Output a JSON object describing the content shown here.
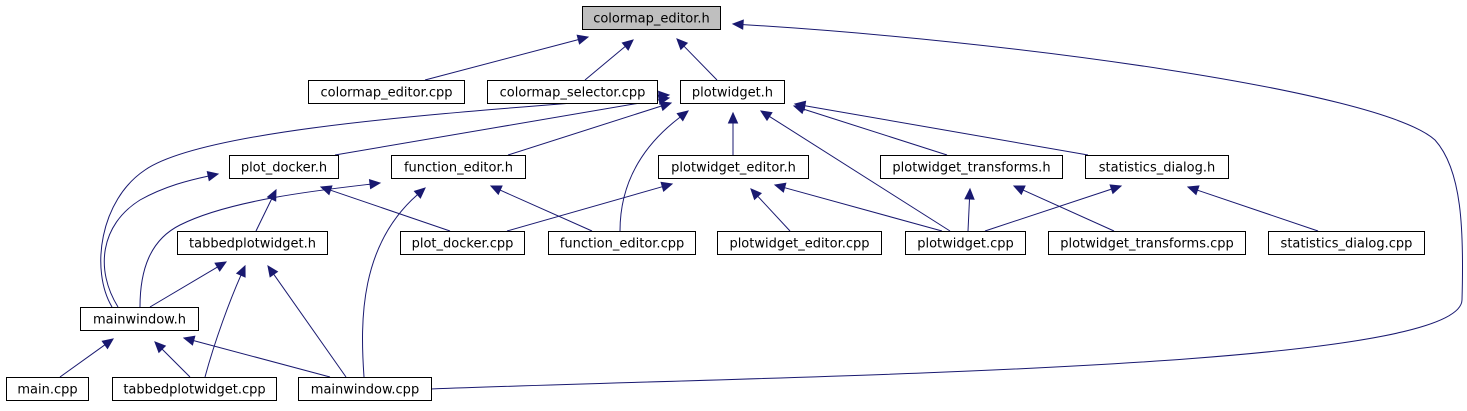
{
  "diagram": {
    "type": "include-dependency-graph",
    "nodes": [
      {
        "id": "colormap_editor_h",
        "label": "colormap_editor.h",
        "root": true
      },
      {
        "id": "colormap_editor_cpp",
        "label": "colormap_editor.cpp"
      },
      {
        "id": "colormap_selector_cpp",
        "label": "colormap_selector.cpp"
      },
      {
        "id": "plotwidget_h",
        "label": "plotwidget.h"
      },
      {
        "id": "plot_docker_h",
        "label": "plot_docker.h"
      },
      {
        "id": "function_editor_h",
        "label": "function_editor.h"
      },
      {
        "id": "plotwidget_editor_h",
        "label": "plotwidget_editor.h"
      },
      {
        "id": "plotwidget_transforms_h",
        "label": "plotwidget_transforms.h"
      },
      {
        "id": "statistics_dialog_h",
        "label": "statistics_dialog.h"
      },
      {
        "id": "tabbedplotwidget_h",
        "label": "tabbedplotwidget.h"
      },
      {
        "id": "plot_docker_cpp",
        "label": "plot_docker.cpp"
      },
      {
        "id": "function_editor_cpp",
        "label": "function_editor.cpp"
      },
      {
        "id": "plotwidget_editor_cpp",
        "label": "plotwidget_editor.cpp"
      },
      {
        "id": "plotwidget_cpp",
        "label": "plotwidget.cpp"
      },
      {
        "id": "plotwidget_transforms_cpp",
        "label": "plotwidget_transforms.cpp"
      },
      {
        "id": "statistics_dialog_cpp",
        "label": "statistics_dialog.cpp"
      },
      {
        "id": "mainwindow_h",
        "label": "mainwindow.h"
      },
      {
        "id": "main_cpp",
        "label": "main.cpp"
      },
      {
        "id": "tabbedplotwidget_cpp",
        "label": "tabbedplotwidget.cpp"
      },
      {
        "id": "mainwindow_cpp",
        "label": "mainwindow.cpp"
      }
    ],
    "edges": [
      {
        "from": "colormap_editor_cpp",
        "to": "colormap_editor_h"
      },
      {
        "from": "colormap_selector_cpp",
        "to": "colormap_editor_h"
      },
      {
        "from": "plotwidget_h",
        "to": "colormap_editor_h"
      },
      {
        "from": "mainwindow_cpp",
        "to": "colormap_editor_h"
      },
      {
        "from": "plot_docker_h",
        "to": "plotwidget_h"
      },
      {
        "from": "function_editor_h",
        "to": "plotwidget_h"
      },
      {
        "from": "plotwidget_editor_h",
        "to": "plotwidget_h"
      },
      {
        "from": "plotwidget_transforms_h",
        "to": "plotwidget_h"
      },
      {
        "from": "statistics_dialog_h",
        "to": "plotwidget_h"
      },
      {
        "from": "mainwindow_h",
        "to": "plotwidget_h"
      },
      {
        "from": "function_editor_cpp",
        "to": "plotwidget_h"
      },
      {
        "from": "plotwidget_cpp",
        "to": "plotwidget_h"
      },
      {
        "from": "tabbedplotwidget_h",
        "to": "plot_docker_h"
      },
      {
        "from": "plot_docker_cpp",
        "to": "plot_docker_h"
      },
      {
        "from": "mainwindow_h",
        "to": "plot_docker_h"
      },
      {
        "from": "mainwindow_h",
        "to": "function_editor_h"
      },
      {
        "from": "mainwindow_cpp",
        "to": "function_editor_h"
      },
      {
        "from": "function_editor_cpp",
        "to": "function_editor_h"
      },
      {
        "from": "plot_docker_cpp",
        "to": "plotwidget_editor_h"
      },
      {
        "from": "plotwidget_editor_cpp",
        "to": "plotwidget_editor_h"
      },
      {
        "from": "plotwidget_cpp",
        "to": "plotwidget_editor_h"
      },
      {
        "from": "plotwidget_cpp",
        "to": "plotwidget_transforms_h"
      },
      {
        "from": "plotwidget_transforms_cpp",
        "to": "plotwidget_transforms_h"
      },
      {
        "from": "plotwidget_cpp",
        "to": "statistics_dialog_h"
      },
      {
        "from": "statistics_dialog_cpp",
        "to": "statistics_dialog_h"
      },
      {
        "from": "mainwindow_h",
        "to": "tabbedplotwidget_h"
      },
      {
        "from": "tabbedplotwidget_cpp",
        "to": "tabbedplotwidget_h"
      },
      {
        "from": "mainwindow_cpp",
        "to": "tabbedplotwidget_h"
      },
      {
        "from": "main_cpp",
        "to": "mainwindow_h"
      },
      {
        "from": "tabbedplotwidget_cpp",
        "to": "mainwindow_h"
      },
      {
        "from": "mainwindow_cpp",
        "to": "mainwindow_h"
      }
    ]
  },
  "colors": {
    "edge": "#191970",
    "root_fill": "#bfbfbf",
    "node_fill": "#ffffff",
    "node_border": "#000000"
  }
}
